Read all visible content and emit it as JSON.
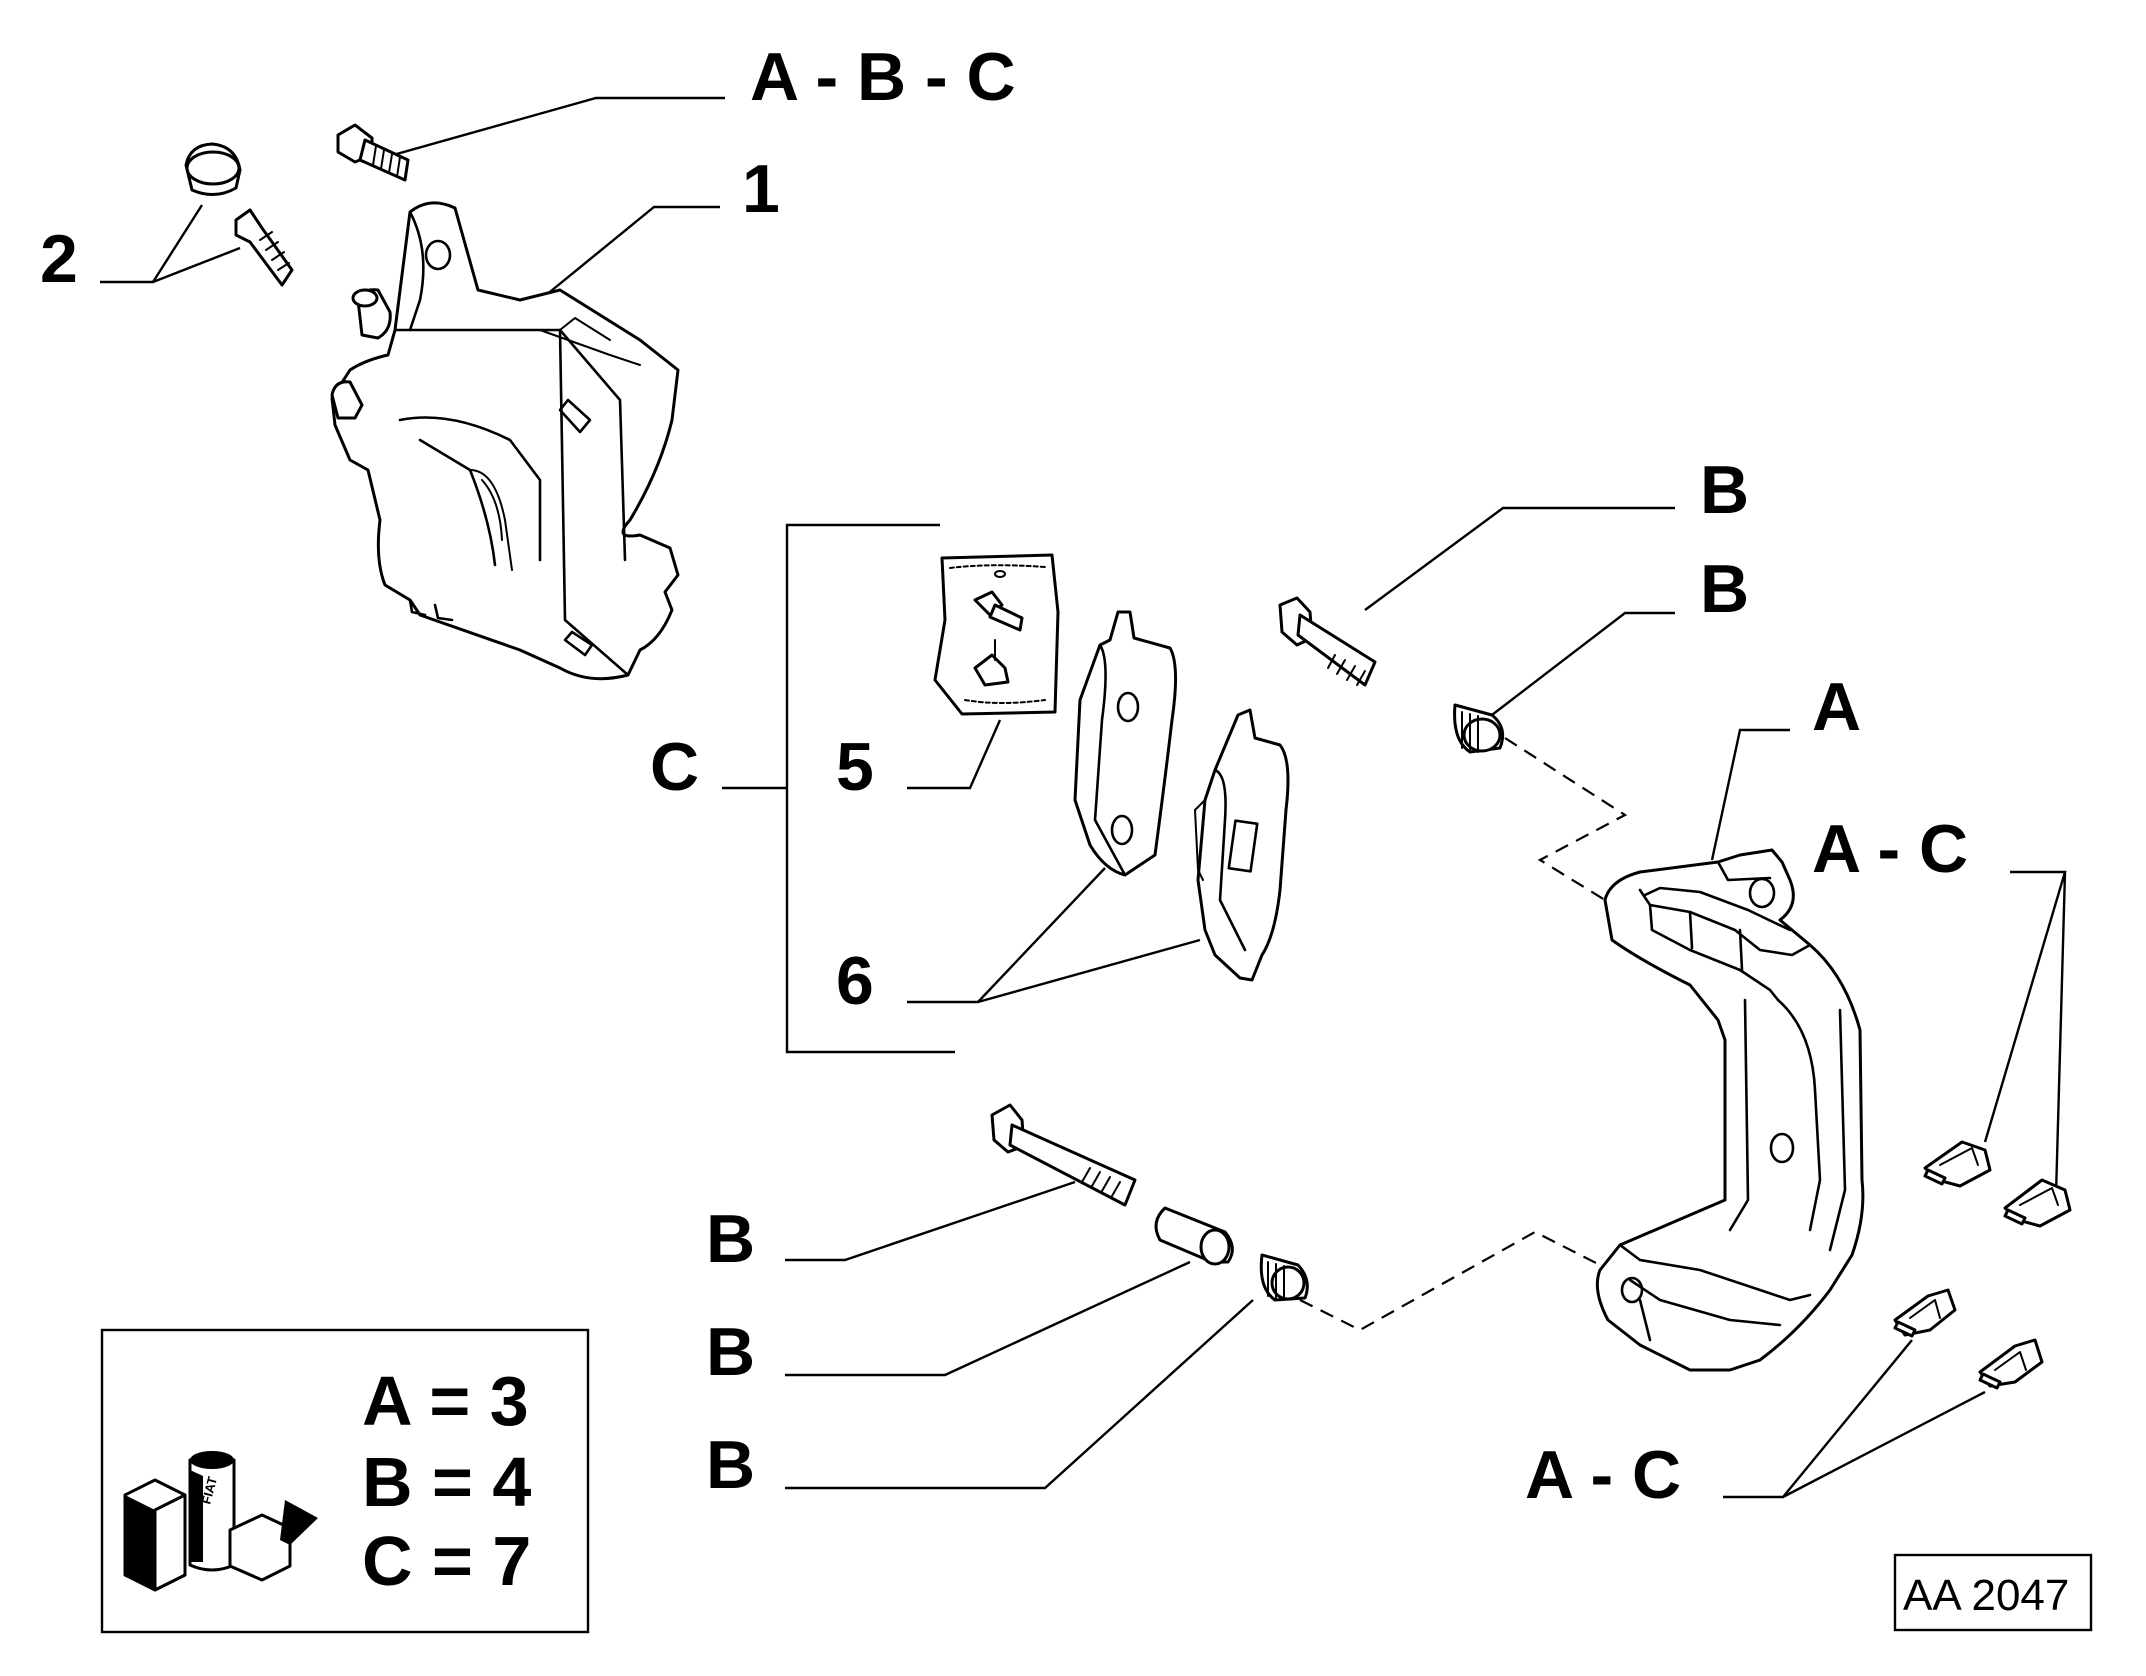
{
  "labels": {
    "abc_top": "A - B - C",
    "part_1": "1",
    "part_2": "2",
    "b_pin_top": "B",
    "b_bush_top": "B",
    "a_bracket": "A",
    "ac_top": "A - C",
    "c_kit": "C",
    "part_5": "5",
    "part_6": "6",
    "b_pin_bottom": "B",
    "b_sleeve_bottom": "B",
    "b_bush_bottom": "B",
    "ac_bottom": "A - C"
  },
  "legend": {
    "rows": [
      "A = 3",
      "B = 4",
      "C = 7"
    ],
    "logo_text": "FIAT"
  },
  "reference": "AA 2047"
}
